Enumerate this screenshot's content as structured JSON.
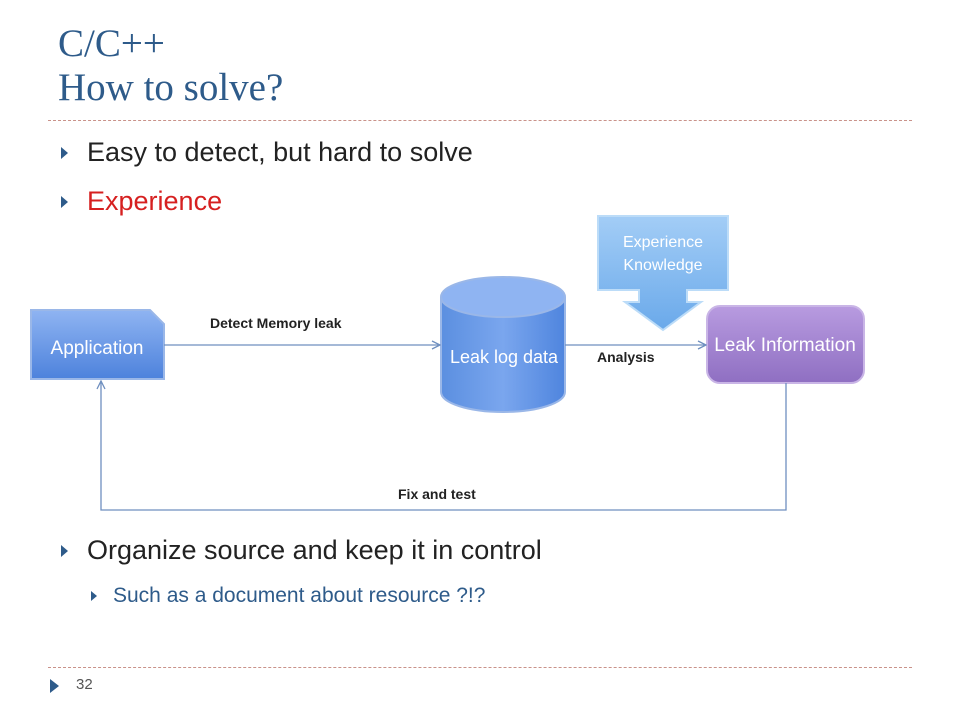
{
  "slide": {
    "title_line1": "C/C++",
    "title_line2": "How to solve?",
    "page_number": "32"
  },
  "bullets": [
    {
      "text": "Easy to detect, but hard to solve",
      "color": "#222222"
    },
    {
      "text": "Experience",
      "color": "#d62020"
    },
    {
      "text": "Organize source and keep it in control",
      "color": "#222222"
    },
    {
      "text": "Such as a document about resource ?!?",
      "color": "#2e5b8a"
    }
  ],
  "diagram": {
    "nodes": {
      "application": "Application",
      "leak_log": "Leak log data",
      "leak_info": "Leak Information",
      "experience": "Experience Knowledge"
    },
    "edges": {
      "detect": "Detect Memory leak",
      "analysis": "Analysis",
      "fix": "Fix and test"
    }
  },
  "colors": {
    "accent": "#2e5b8a",
    "highlight": "#d62020",
    "node_blue": "#5b8fe0",
    "node_purple": "#9b7ec9",
    "node_light_blue": "#7fb5ec",
    "connector": "#6f8fbf"
  }
}
